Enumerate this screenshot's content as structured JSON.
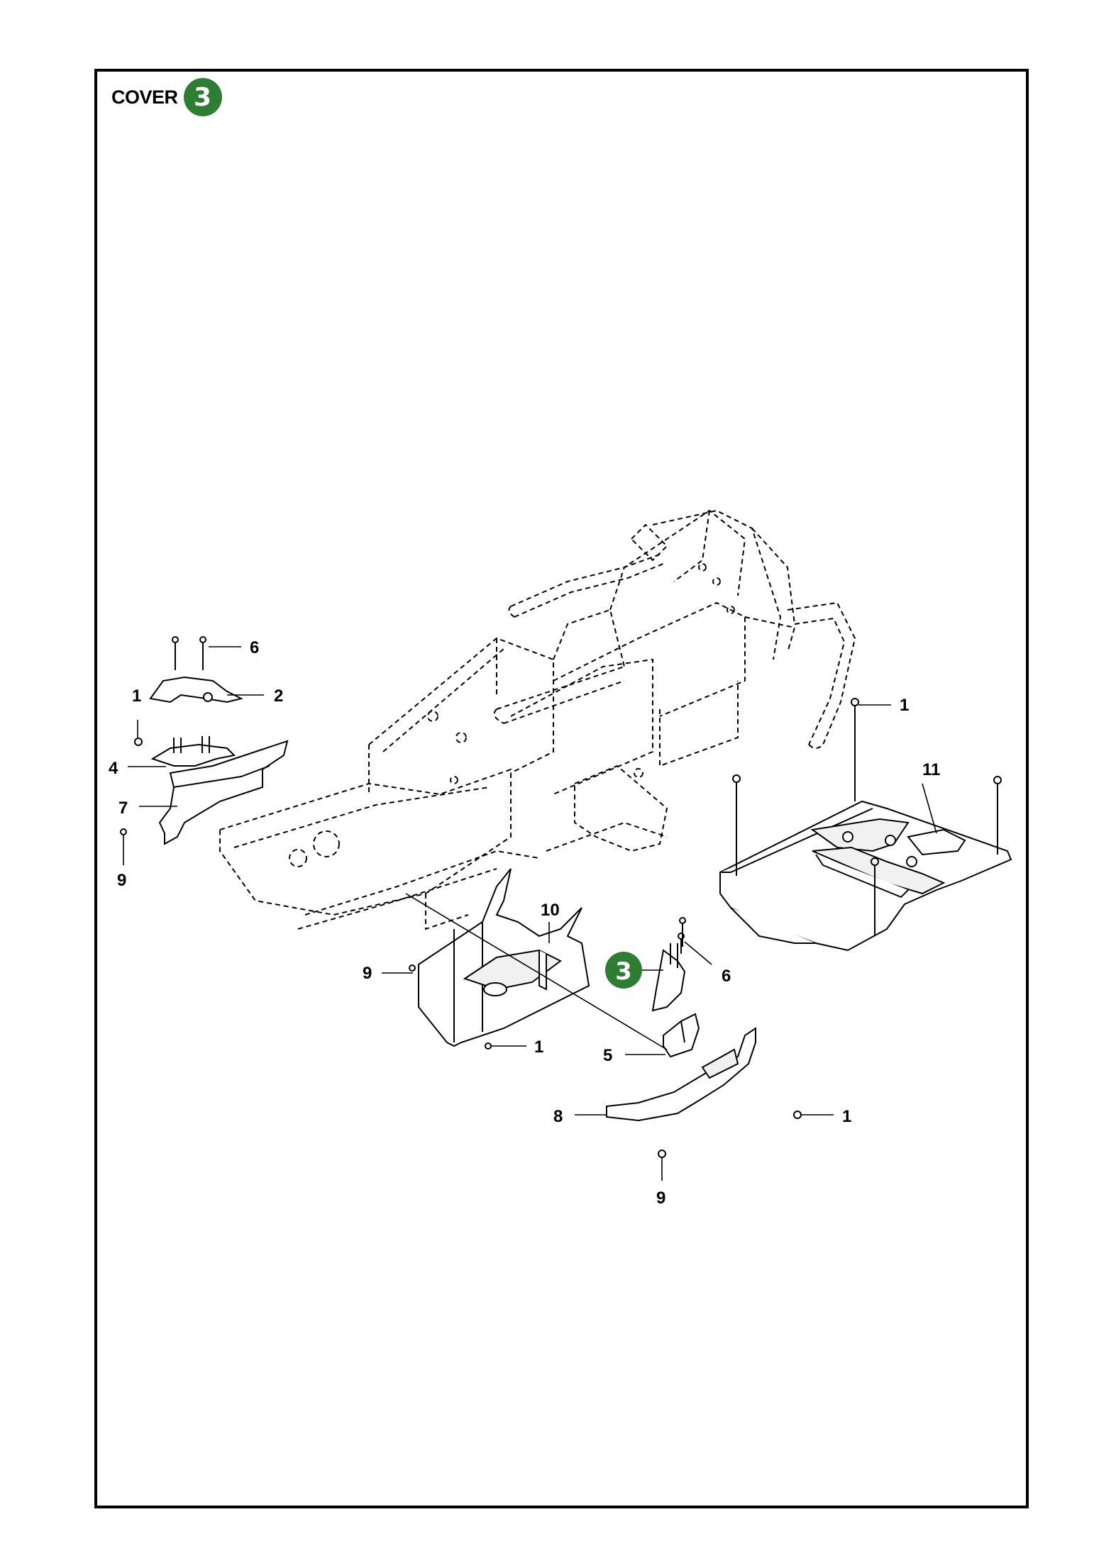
{
  "header": {
    "title": "COVER",
    "badge": "3"
  },
  "callouts": {
    "c1a": "1",
    "c1b": "1",
    "c1c": "1",
    "c1d": "1",
    "c2": "2",
    "c3": "3",
    "c4": "4",
    "c5": "5",
    "c6a": "6",
    "c6b": "6",
    "c7": "7",
    "c8": "8",
    "c9a": "9",
    "c9b": "9",
    "c9c": "9",
    "c10": "10",
    "c11": "11"
  },
  "colors": {
    "accent": "#2e7d32",
    "line": "#000000"
  }
}
